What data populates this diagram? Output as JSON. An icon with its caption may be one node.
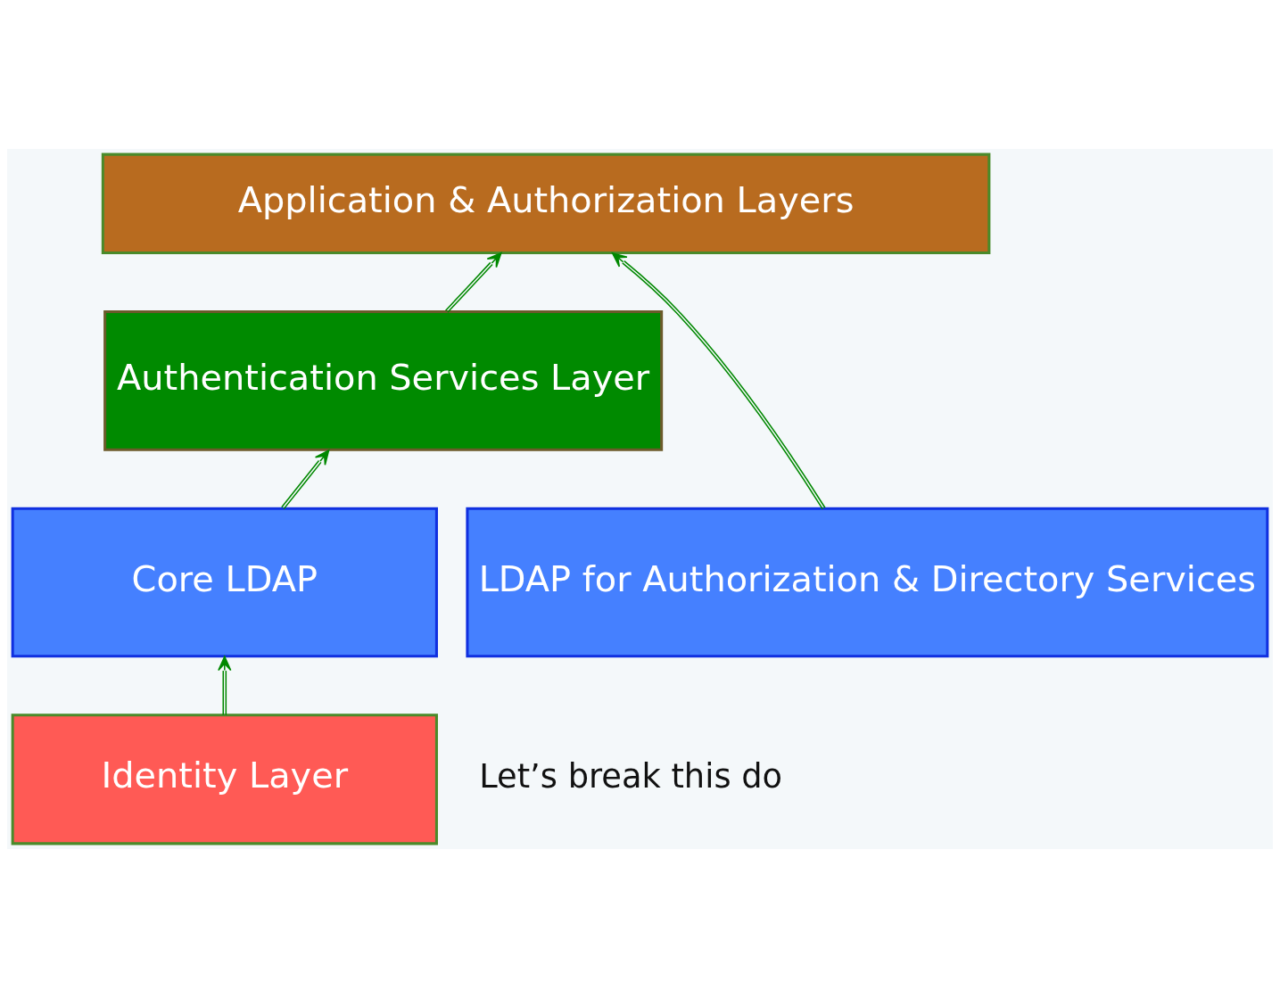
{
  "diagram": {
    "nodes": [
      {
        "text": [
          "Application & Authorization Layers"
        ]
      },
      {
        "text": [
          "Authentication Services Layer"
        ]
      },
      {
        "text": [
          "Core LDAP"
        ]
      },
      {
        "text": [
          "LDAP for Authorization & Directory Services"
        ]
      },
      {
        "text": [
          "Identity Layer"
        ]
      }
    ],
    "edges": [
      {
        "from": 1,
        "to": 0,
        "arrow": "to"
      },
      {
        "from": 3,
        "to": 0,
        "arrow": "to"
      },
      {
        "from": 2,
        "to": 1,
        "arrow": "to"
      },
      {
        "from": 4,
        "to": 2,
        "arrow": "to"
      }
    ],
    "labels": [
      "Let’s break this do"
    ]
  }
}
